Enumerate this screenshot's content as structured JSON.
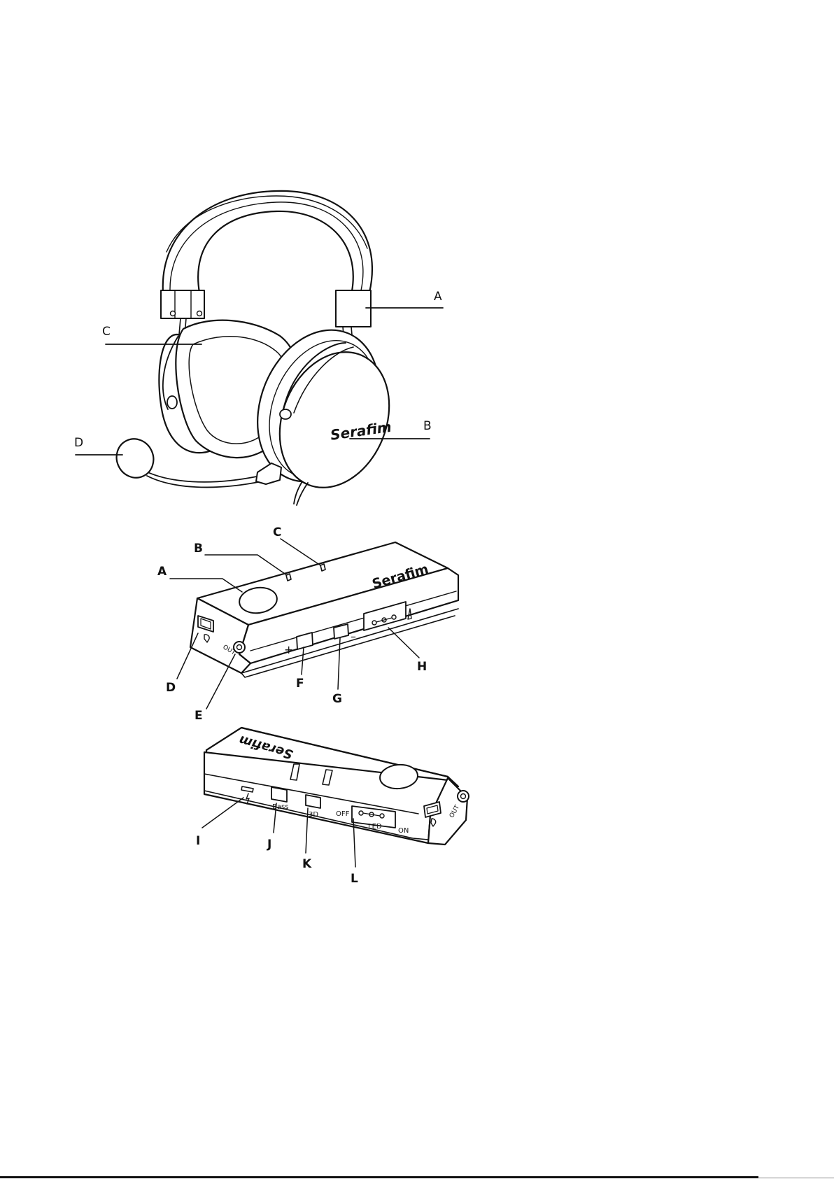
{
  "headset": {
    "brand": "Serafim",
    "labels": {
      "a": "A",
      "b": "B",
      "c": "C",
      "d": "D"
    }
  },
  "control_box": {
    "brand": "Serafim",
    "front_labels": {
      "a": "A",
      "b": "B",
      "c": "C",
      "d": "D",
      "e": "E",
      "f": "F",
      "g": "G",
      "h": "H"
    },
    "back_labels": {
      "i": "I",
      "j": "J",
      "k": "K",
      "l": "L"
    },
    "port_out": "OUT",
    "plus_sign": "+",
    "minus_sign": "–",
    "button_bass": "Bass",
    "button_3d": "3D",
    "switch_off": "OFF",
    "switch_led": "LED",
    "switch_on": "ON"
  }
}
